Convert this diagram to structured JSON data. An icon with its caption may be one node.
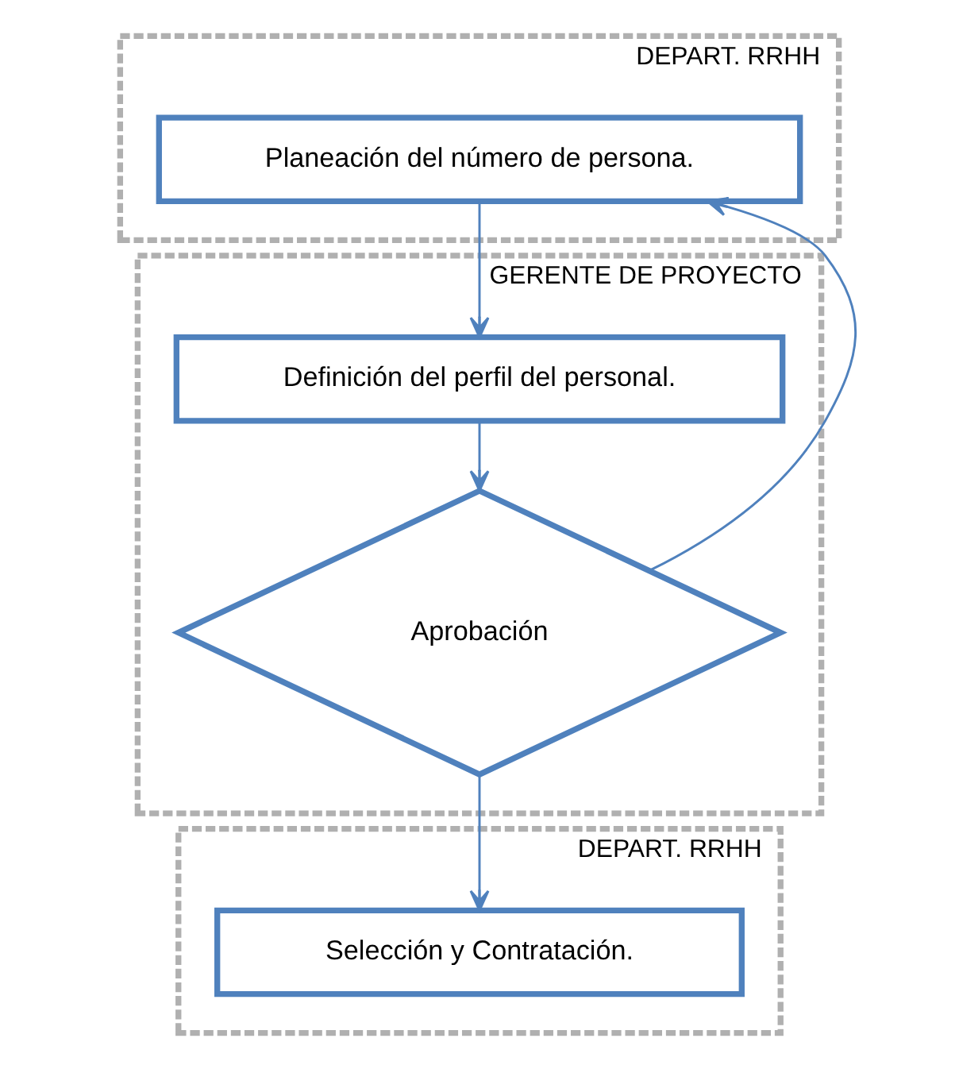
{
  "diagram": {
    "nodes": [
      {
        "text": [
          "DEPART. RRHH"
        ]
      },
      {
        "text": [
          "Planeación del número de persona."
        ],
        "in": 0
      },
      {
        "text": [
          "GERENTE DE PROYECTO"
        ]
      },
      {
        "text": [
          "Definición del perfil del personal."
        ],
        "in": 2
      },
      {
        "text": [
          "Aprobación"
        ],
        "in": 2
      },
      {
        "text": [
          "DEPART. RRHH"
        ]
      },
      {
        "text": [
          "Selección y Contratación."
        ],
        "in": 5
      }
    ],
    "edges": [
      {
        "from": 1,
        "to": 3,
        "arrow": "to"
      },
      {
        "from": 3,
        "to": 4,
        "arrow": "to"
      },
      {
        "from": 4,
        "to": 1,
        "arrow": "to"
      },
      {
        "from": 4,
        "to": 6,
        "arrow": "to"
      }
    ]
  }
}
